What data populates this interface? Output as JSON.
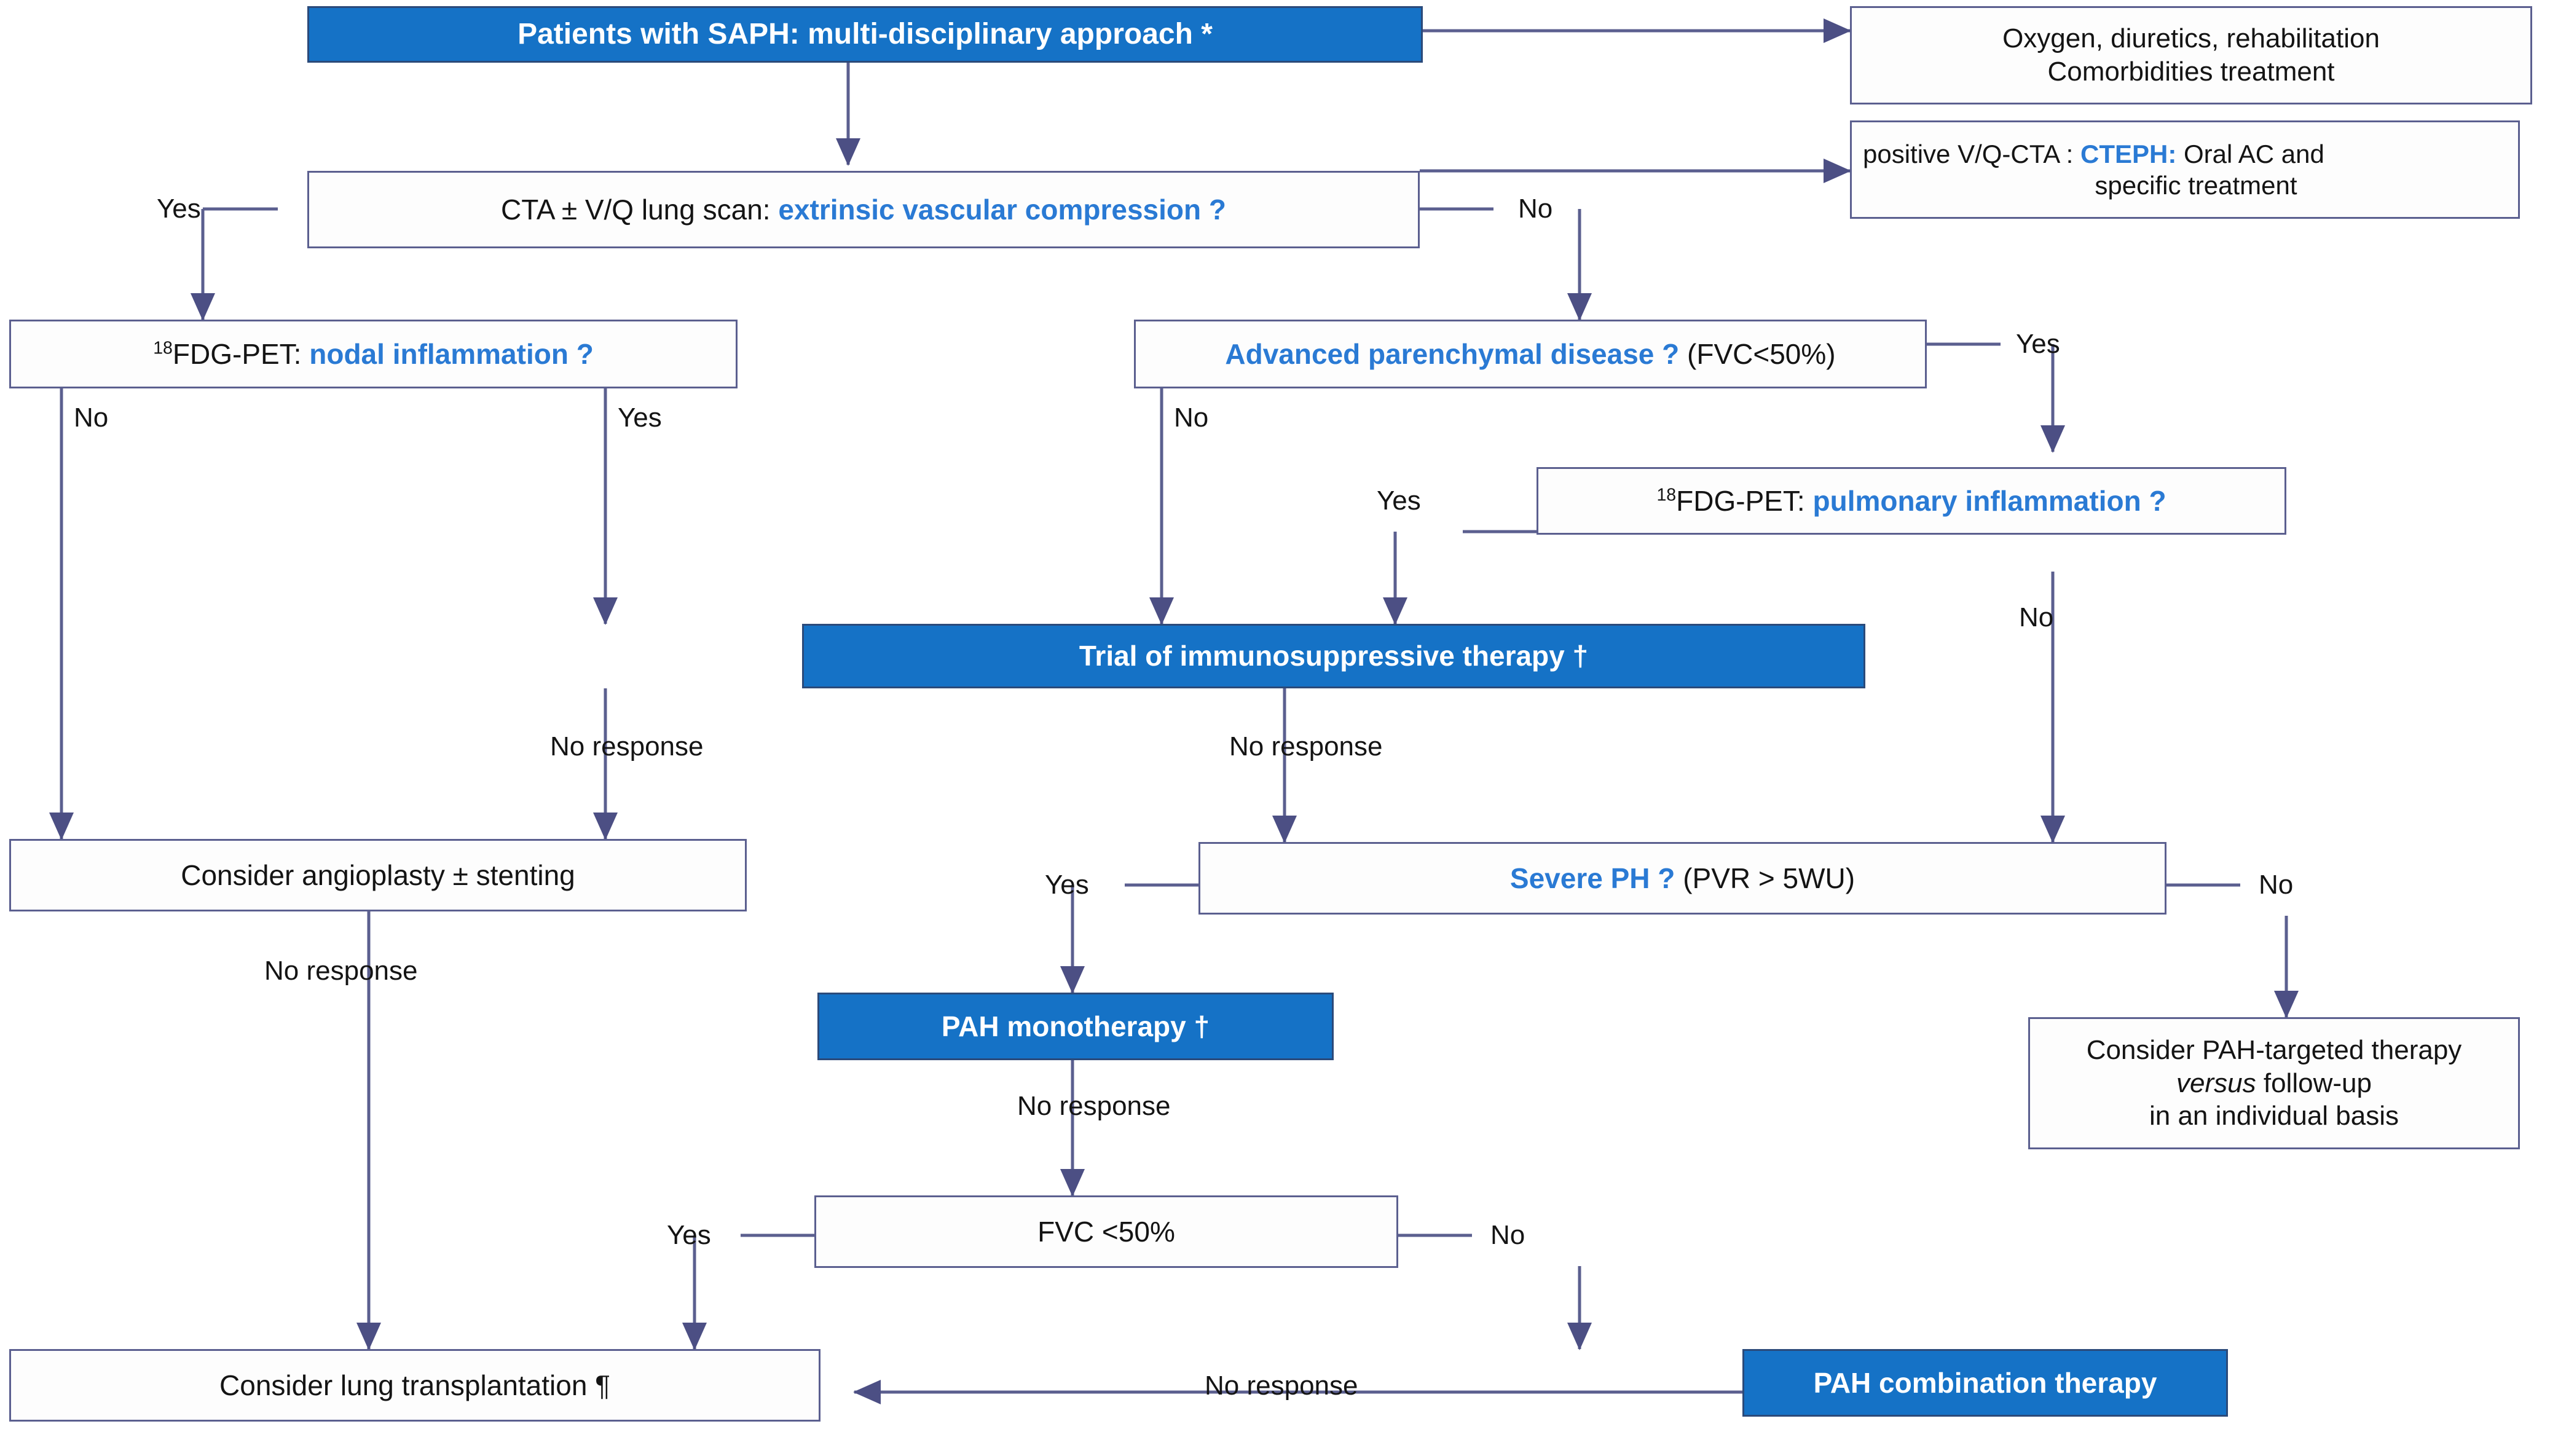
{
  "meta": {
    "title": "Patients with SAPH: multi-disciplinary approach * — management algorithm flowchart",
    "colors": {
      "blue_fill": "#1572c6",
      "blue_text": "#2a7ad4",
      "connector": "#5b5f8f",
      "box_border": "#5b5f8f",
      "background": "#ffffff"
    }
  },
  "nodes": {
    "saph": {
      "id": "saph",
      "style": "blue",
      "text_plain": "Patients with SAPH: multi-disciplinary approach *",
      "label": "Patients with SAPH: multi-disciplinary approach",
      "marker": "*"
    },
    "supportive": {
      "id": "supportive",
      "style": "white",
      "line1": "Oxygen,  diuretics, rehabilitation",
      "line2": "Comorbidities treatment"
    },
    "cta": {
      "id": "cta",
      "style": "white",
      "prefix": "CTA  ±  V/Q lung scan:",
      "question": "extrinsic vascular compression ?"
    },
    "cteph": {
      "id": "cteph",
      "style": "white",
      "prefix": "positive V/Q-CTA :",
      "highlight": "CTEPH:",
      "suffix": "Oral AC and",
      "line2": "specific treatment"
    },
    "fdg_nodal": {
      "id": "fdg_nodal",
      "style": "white",
      "iso": "18",
      "prefix": "FDG-PET:",
      "question": "nodal inflammation ?"
    },
    "parenchymal": {
      "id": "parenchymal",
      "style": "white",
      "question": "Advanced parenchymal disease ?",
      "suffix": "(FVC<50%)"
    },
    "fdg_pulmonary": {
      "id": "fdg_pulmonary",
      "style": "white",
      "iso": "18",
      "prefix": "FDG-PET:",
      "question": "pulmonary inflammation ?"
    },
    "immuno": {
      "id": "immuno",
      "style": "blue",
      "label": "Trial of immunosuppressive therapy",
      "marker": "†"
    },
    "angioplasty": {
      "id": "angioplasty",
      "style": "white",
      "label": "Consider angioplasty  ±  stenting"
    },
    "severe_ph": {
      "id": "severe_ph",
      "style": "white",
      "question": "Severe PH ?",
      "suffix": "(PVR > 5WU)"
    },
    "pah_mono": {
      "id": "pah_mono",
      "style": "blue",
      "label": "PAH monotherapy",
      "marker": "†"
    },
    "pah_targeted": {
      "id": "pah_targeted",
      "style": "white",
      "line1": "Consider PAH-targeted therapy",
      "line2_italic": "versus",
      "line2_rest": " follow-up",
      "line3": "in an individual basis"
    },
    "fvc": {
      "id": "fvc",
      "style": "white",
      "label": "FVC <50%"
    },
    "transplant": {
      "id": "transplant",
      "style": "white",
      "label": "Consider lung transplantation",
      "marker": "¶"
    },
    "pah_combo": {
      "id": "pah_combo",
      "style": "blue",
      "label": "PAH combination therapy"
    }
  },
  "edge_labels": {
    "cta_yes": "Yes",
    "cta_no": "No",
    "fdg_nodal_no": "No",
    "fdg_nodal_yes": "Yes",
    "parenchymal_no": "No",
    "parenchymal_yes": "Yes",
    "fdg_pulm_yes": "Yes",
    "fdg_pulm_no": "No",
    "immuno_left_noresp": "No response",
    "immuno_mid_noresp": "No response",
    "angioplasty_noresp": "No response",
    "severe_ph_yes": "Yes",
    "severe_ph_no": "No",
    "pah_mono_noresp": "No response",
    "fvc_yes": "Yes",
    "fvc_no": "No",
    "combo_noresp": "No response"
  }
}
